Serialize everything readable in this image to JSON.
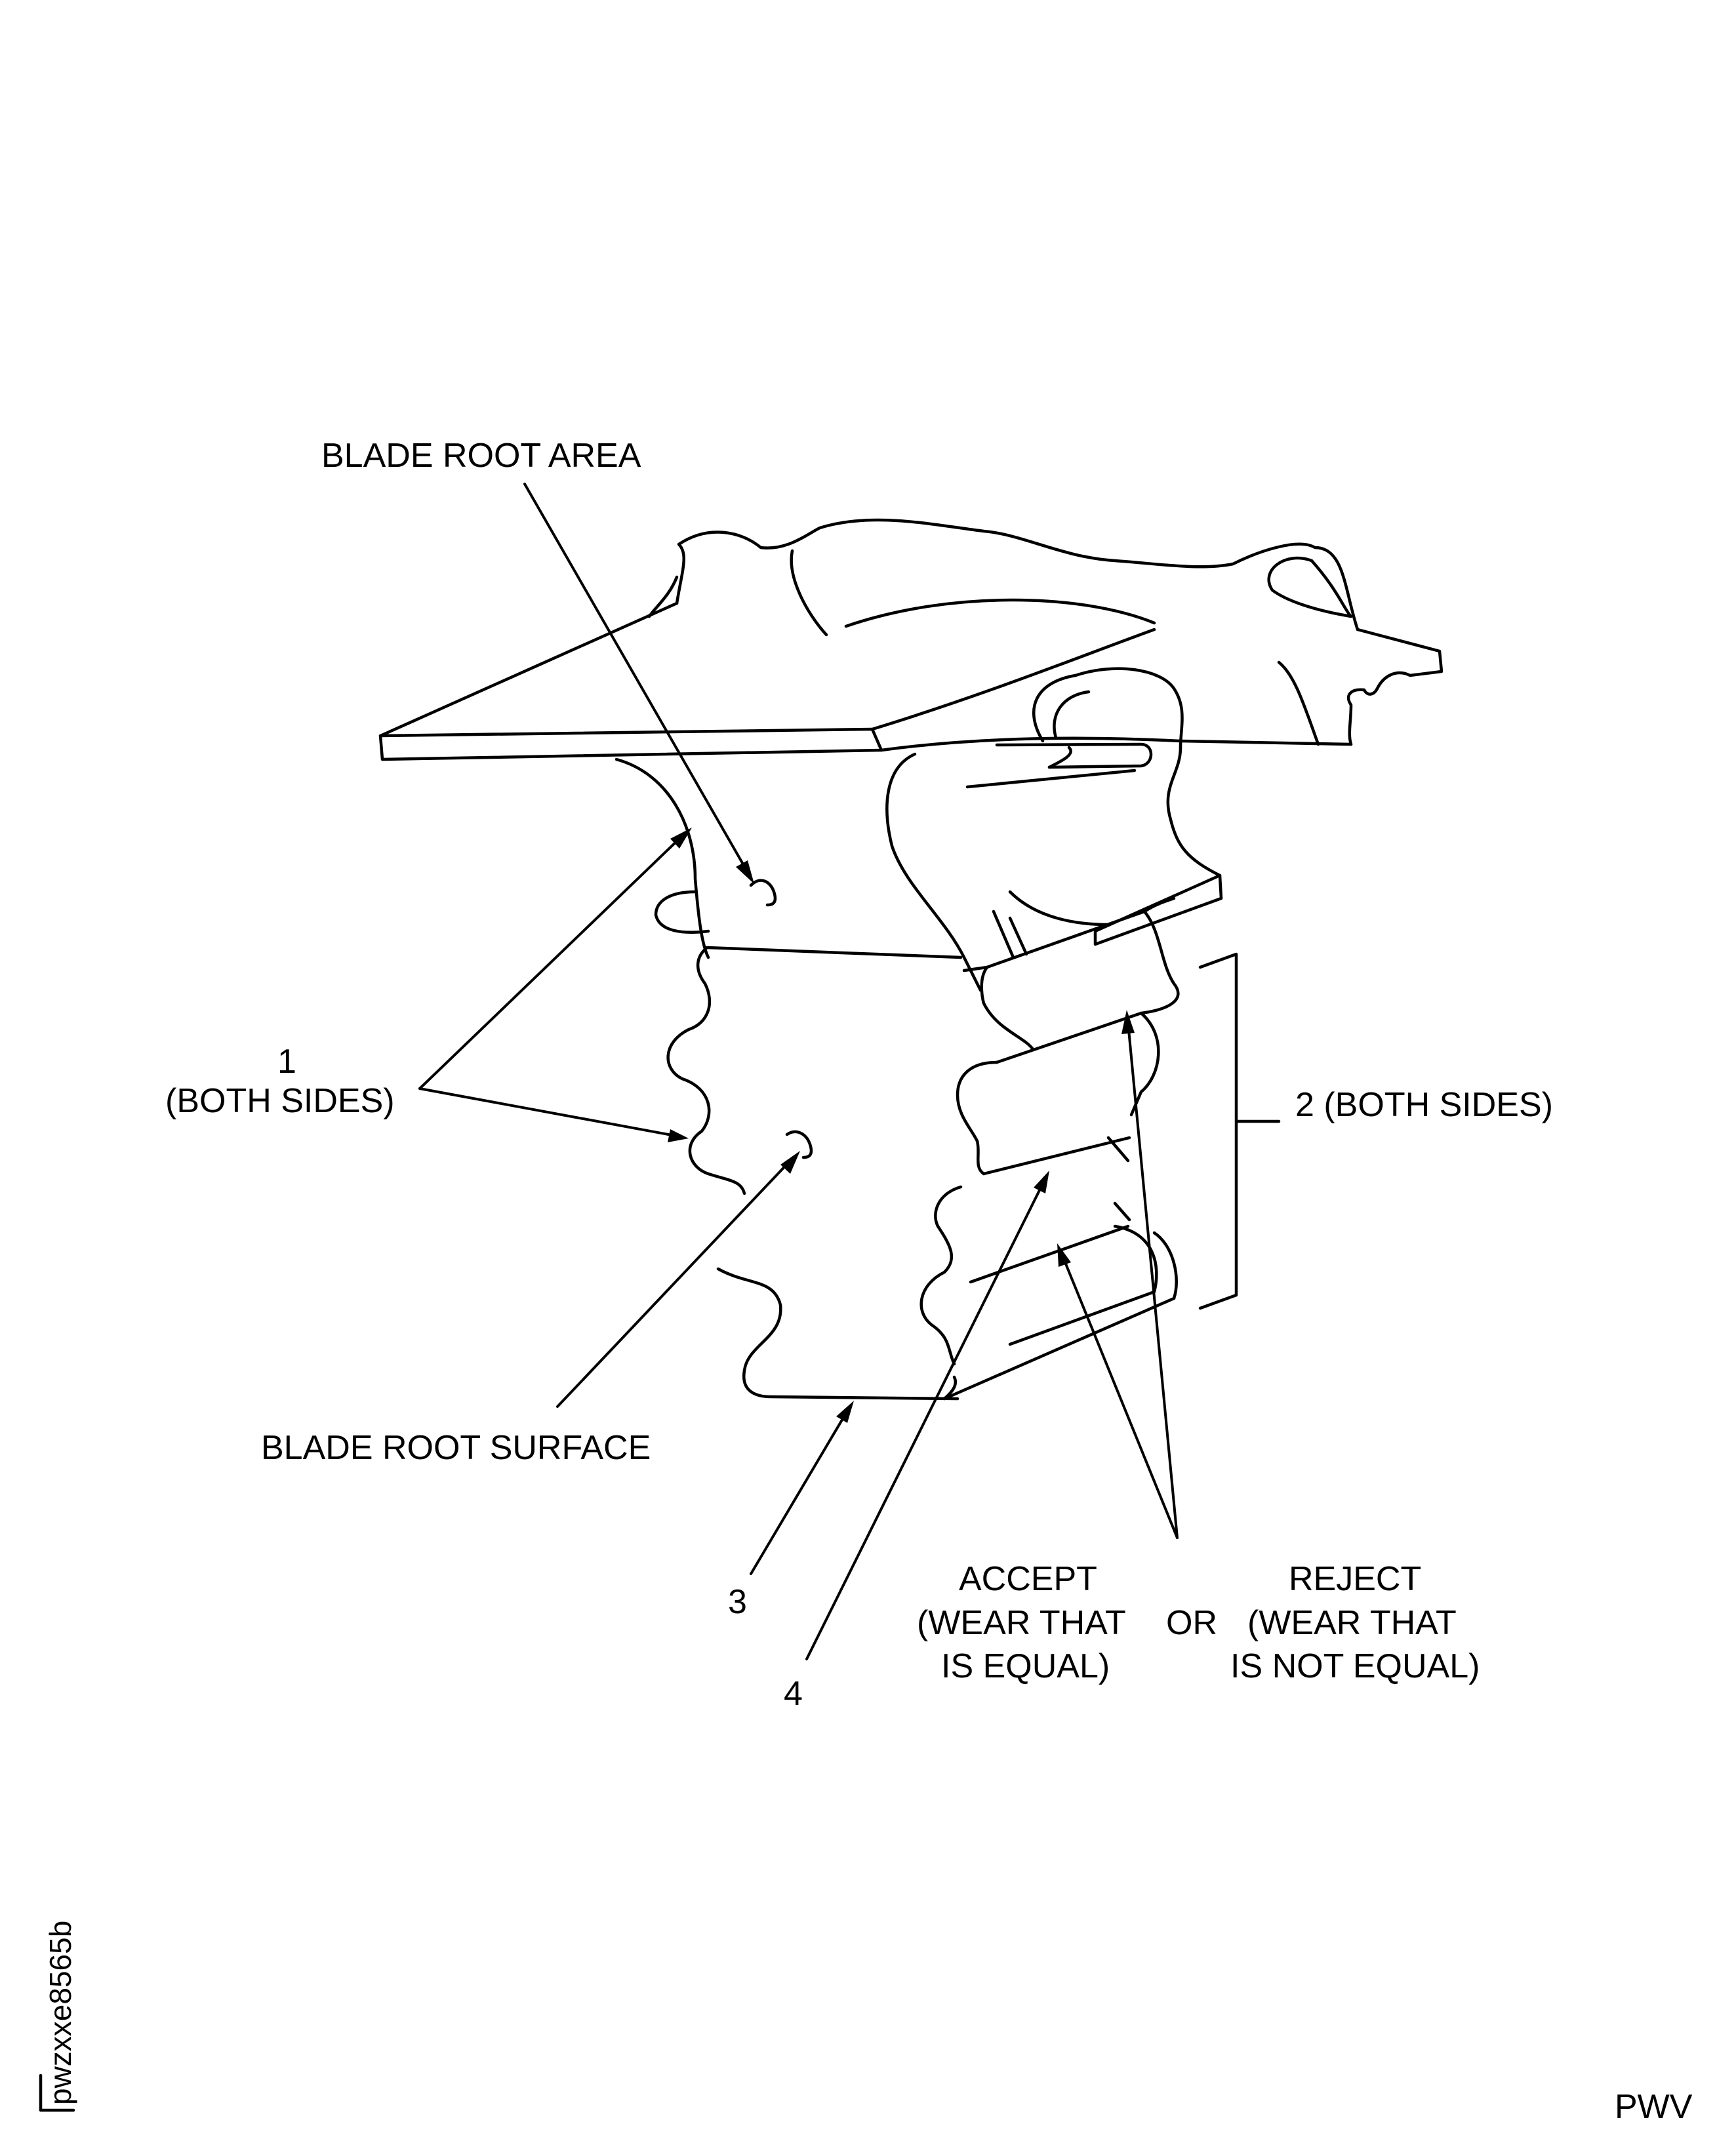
{
  "labels": {
    "blade_root_area": "BLADE ROOT AREA",
    "item1_num": "1",
    "item1_note": "(BOTH SIDES)",
    "item2": "2 (BOTH SIDES)",
    "blade_root_surface": "BLADE ROOT SURFACE",
    "item3": "3",
    "item4": "4",
    "accept_1": "ACCEPT",
    "accept_2": "(WEAR THAT",
    "accept_3": "IS EQUAL)",
    "or": "OR",
    "reject_1": "REJECT",
    "reject_2": "(WEAR THAT",
    "reject_3": "IS NOT EQUAL)"
  },
  "figure_id": "pwzxxe8565b",
  "footer": "PWV"
}
